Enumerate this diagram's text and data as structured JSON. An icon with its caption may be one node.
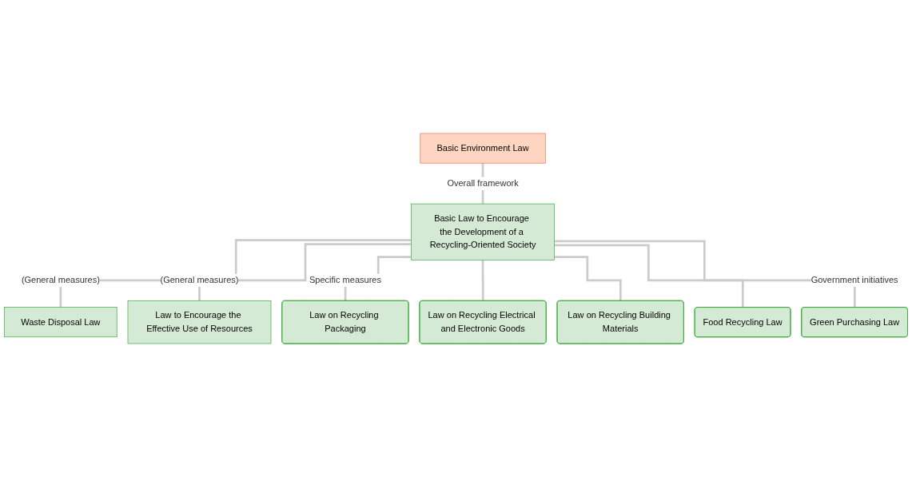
{
  "diagram": {
    "nodes": [
      {
        "text": [
          "Basic Environment Law"
        ]
      },
      {
        "text": [
          "Basic Law to Encourage the Development of a Recycling-Oriented Society"
        ]
      },
      {
        "text": [
          "Waste Disposal Law"
        ]
      },
      {
        "text": [
          "Law to Encourage the Effective Use of Resources"
        ]
      },
      {
        "text": [
          "Law on Recycling Packaging"
        ]
      },
      {
        "text": [
          "Law on Recycling Electrical and Electronic Goods"
        ]
      },
      {
        "text": [
          "Law on Recycling Building Materials"
        ]
      },
      {
        "text": [
          "Food Recycling Law"
        ]
      },
      {
        "text": [
          "Green Purchasing Law"
        ]
      }
    ],
    "edges": [
      {
        "from": 0,
        "to": 1,
        "arrow": "none",
        "label": "Overall framework"
      },
      {
        "from": 1,
        "to": 2,
        "arrow": "none",
        "label": "(General measures)"
      },
      {
        "from": 1,
        "to": 3,
        "arrow": "none",
        "label": "(General measures)"
      },
      {
        "from": 1,
        "to": 4,
        "arrow": "none",
        "label": "Specific measures"
      },
      {
        "from": 1,
        "to": 5,
        "arrow": "none"
      },
      {
        "from": 1,
        "to": 6,
        "arrow": "none"
      },
      {
        "from": 1,
        "to": 7,
        "arrow": "none"
      },
      {
        "from": 1,
        "to": 8,
        "arrow": "none",
        "label": "Government initiatives"
      }
    ]
  }
}
